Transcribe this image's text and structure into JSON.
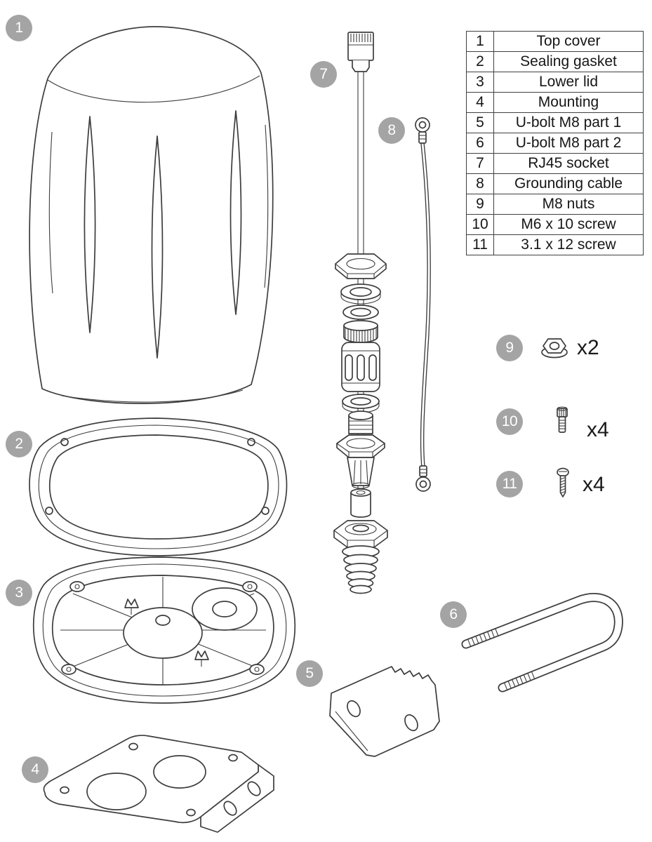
{
  "parts_table": {
    "rows": [
      {
        "num": "1",
        "name": "Top cover"
      },
      {
        "num": "2",
        "name": "Sealing gasket"
      },
      {
        "num": "3",
        "name": "Lower lid"
      },
      {
        "num": "4",
        "name": "Mounting"
      },
      {
        "num": "5",
        "name": "U-bolt M8 part 1"
      },
      {
        "num": "6",
        "name": "U-bolt M8 part 2"
      },
      {
        "num": "7",
        "name": "RJ45 socket"
      },
      {
        "num": "8",
        "name": "Grounding cable"
      },
      {
        "num": "9",
        "name": "M8 nuts"
      },
      {
        "num": "10",
        "name": "M6 x 10 screw"
      },
      {
        "num": "11",
        "name": "3.1 x 12 screw"
      }
    ]
  },
  "callouts": {
    "top_cover": "1",
    "sealing_gasket": "2",
    "lower_lid": "3",
    "mounting": "4",
    "u_bolt_part_1": "5",
    "u_bolt_part_2": "6",
    "rj45_socket": "7",
    "grounding_cable": "8",
    "m8_nuts": "9",
    "m6_screw": "10",
    "small_screw": "11"
  },
  "quantities": {
    "m8_nuts": "x2",
    "m6_screw": "x4",
    "small_screw": "x4"
  },
  "icons": {
    "m8_nut": "hex-flange-nut-icon",
    "m6_screw": "socket-screw-icon",
    "small_screw": "pan-head-screw-icon"
  },
  "colors": {
    "badge_bg": "#a4a4a4",
    "line": "#3d3d3d",
    "table_border": "#3f3f3f",
    "text": "#161616"
  }
}
